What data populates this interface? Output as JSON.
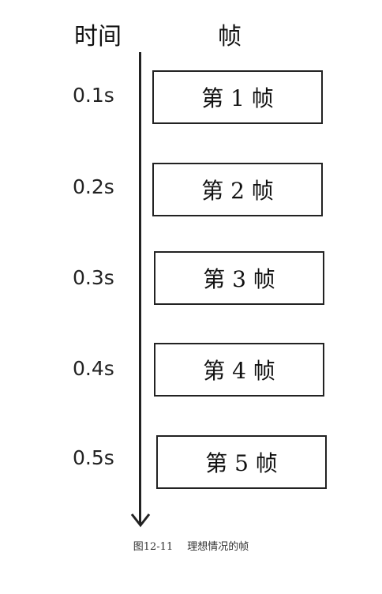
{
  "headers": {
    "time": "时间",
    "frame": "帧"
  },
  "rows": [
    {
      "time": "0.1s",
      "frame": "第 1 帧"
    },
    {
      "time": "0.2s",
      "frame": "第 2 帧"
    },
    {
      "time": "0.3s",
      "frame": "第 3 帧"
    },
    {
      "time": "0.4s",
      "frame": "第 4 帧"
    },
    {
      "time": "0.5s",
      "frame": "第 5 帧"
    }
  ],
  "caption": {
    "number": "图12-11",
    "text": "理想情况的帧"
  }
}
